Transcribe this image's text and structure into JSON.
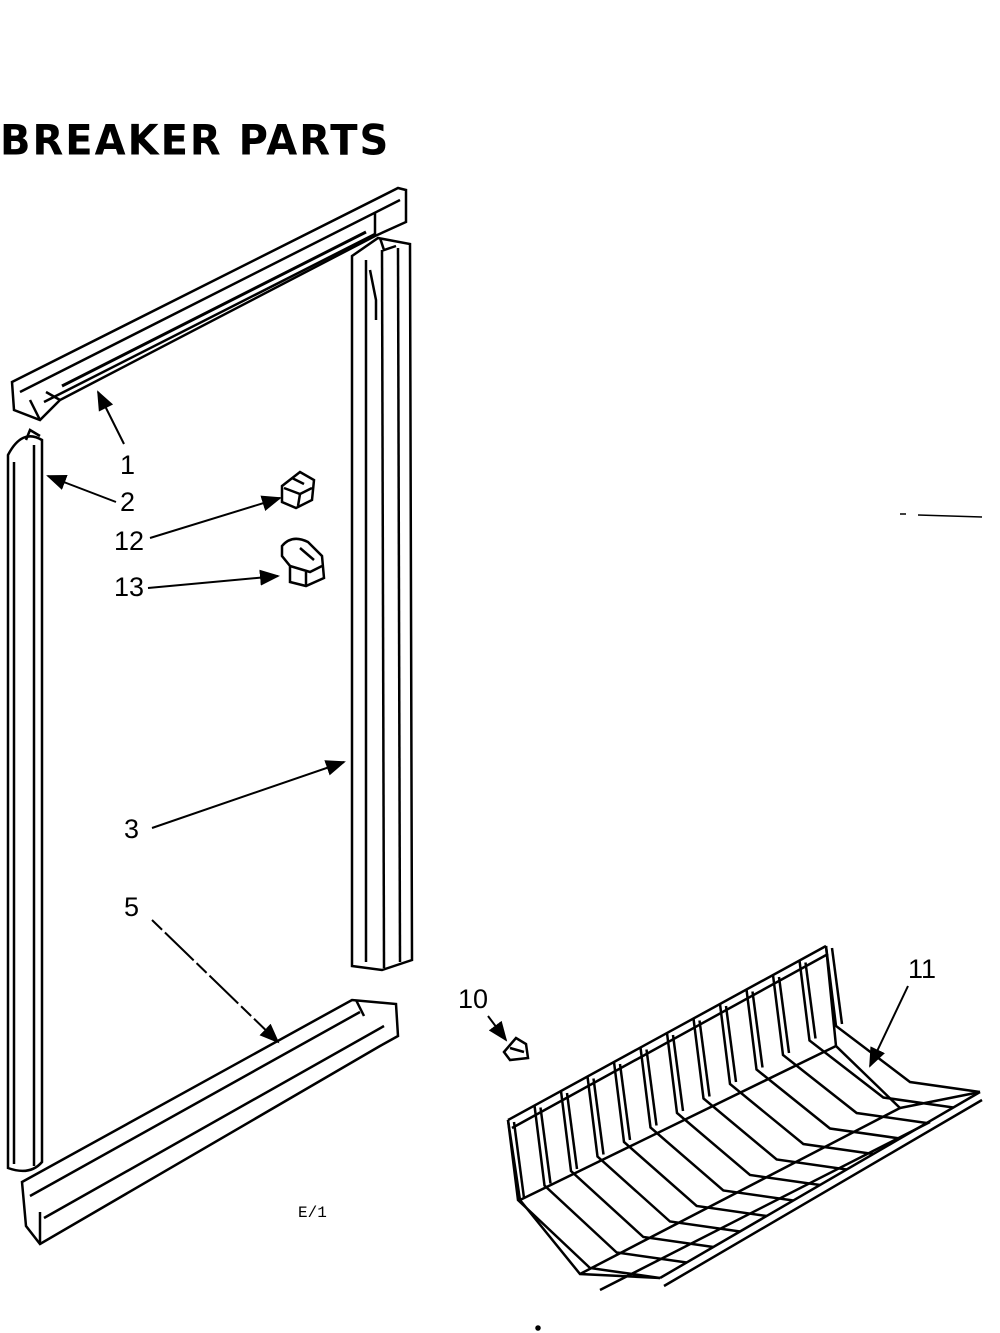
{
  "title": "BREAKER PARTS",
  "figure_code": "E/1",
  "colors": {
    "ink": "#000000",
    "paper": "#ffffff"
  },
  "parts": [
    {
      "label": "1",
      "name": "top breaker"
    },
    {
      "label": "2",
      "name": "left side breaker"
    },
    {
      "label": "3",
      "name": "right side breaker"
    },
    {
      "label": "5",
      "name": "bottom breaker"
    },
    {
      "label": "10",
      "name": "small clip"
    },
    {
      "label": "11",
      "name": "wire basket"
    },
    {
      "label": "12",
      "name": "clip"
    },
    {
      "label": "13",
      "name": "clip"
    }
  ]
}
